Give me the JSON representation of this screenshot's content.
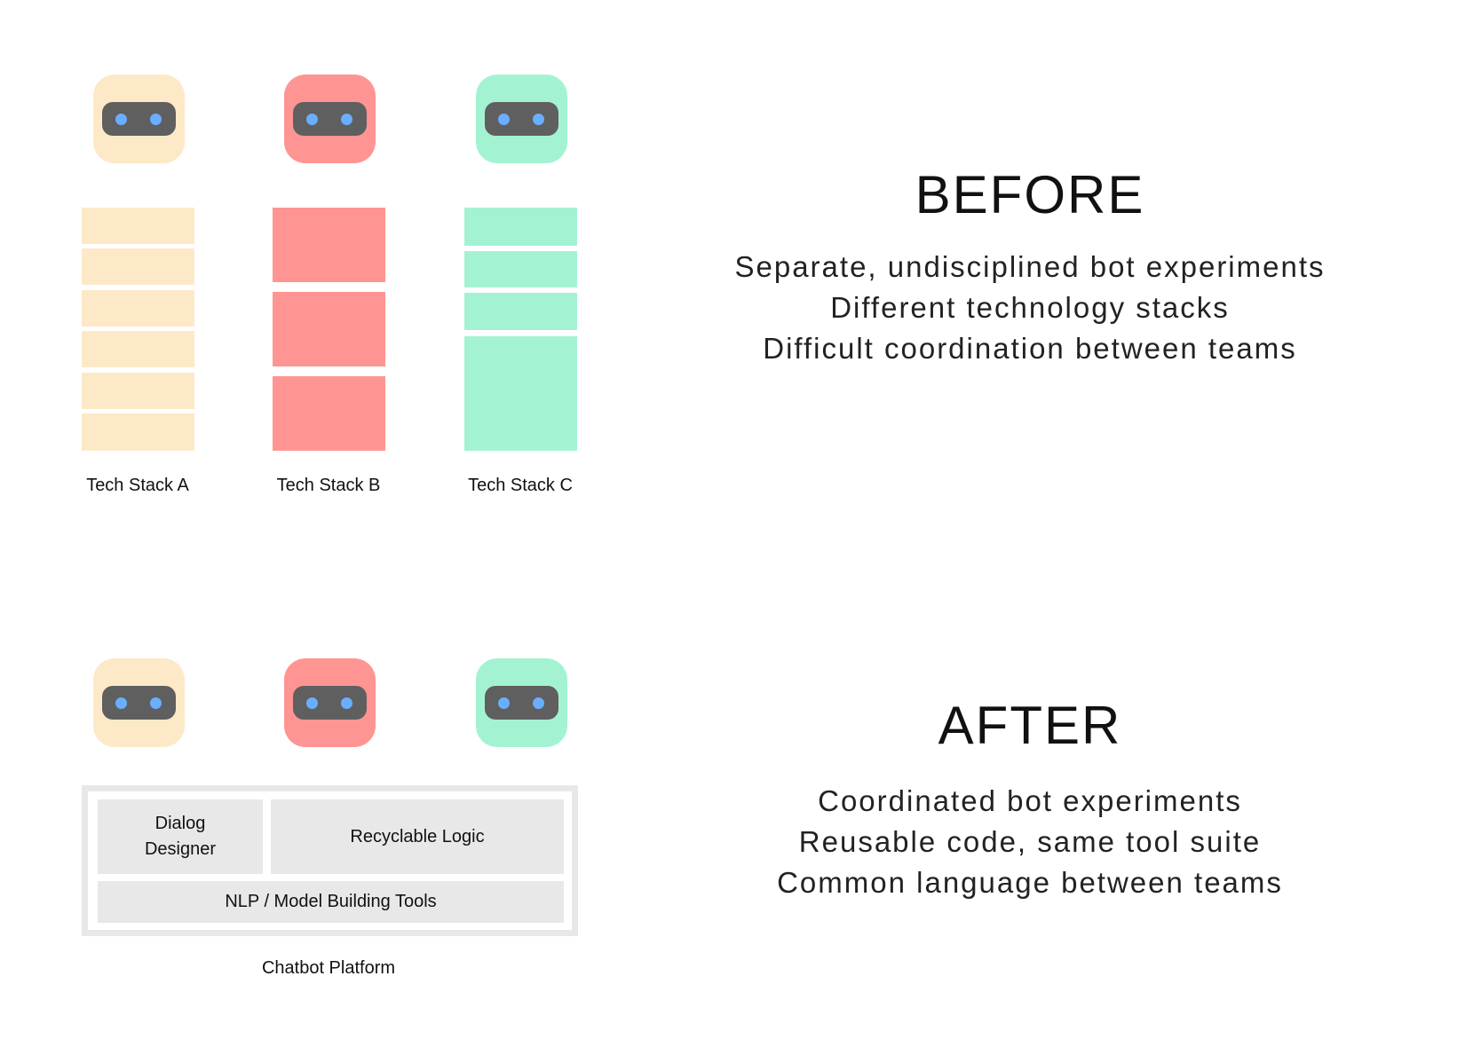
{
  "colors": {
    "stack_a": "#fde9c8",
    "stack_b": "#ff9592",
    "stack_c": "#a3f3d3",
    "visor": "#5f5f5f",
    "eye": "#6aaeff",
    "platform_cell": "#e8e8e8"
  },
  "before": {
    "heading": "BEFORE",
    "lines": [
      "Separate, undisciplined bot experiments",
      "Different technology stacks",
      "Difficult coordination between teams"
    ],
    "stacks": [
      {
        "label": "Tech Stack A",
        "color_key": "stack_a",
        "block_count": 6
      },
      {
        "label": "Tech Stack B",
        "color_key": "stack_b",
        "block_count": 3
      },
      {
        "label": "Tech Stack C",
        "color_key": "stack_c",
        "block_count": 4
      }
    ]
  },
  "after": {
    "heading": "AFTER",
    "lines": [
      "Coordinated bot experiments",
      "Reusable code, same tool suite",
      "Common language between teams"
    ],
    "platform": {
      "label": "Chatbot Platform",
      "dialog_designer": [
        "Dialog",
        "Designer"
      ],
      "recyclable_logic": "Recyclable Logic",
      "nlp_tools": "NLP / Model Building Tools"
    }
  }
}
